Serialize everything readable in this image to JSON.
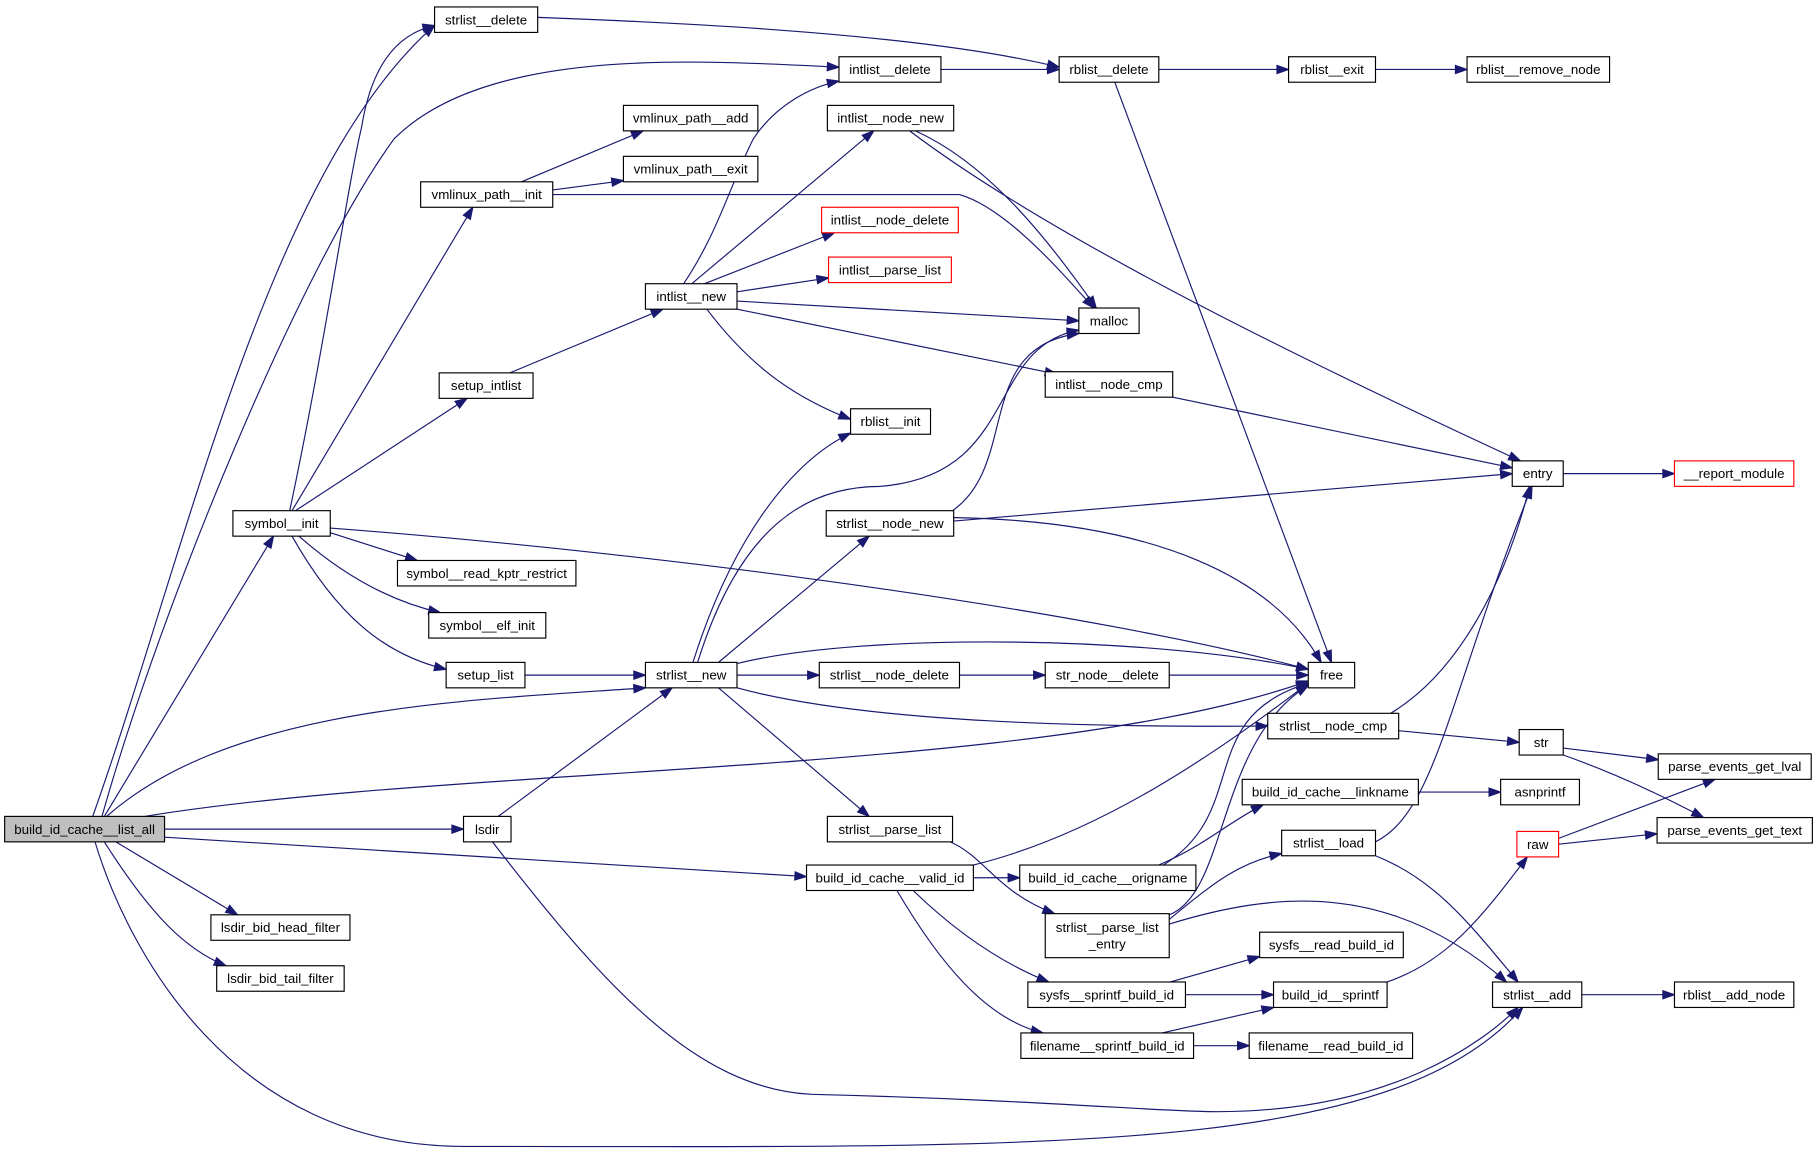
{
  "diagram": {
    "type": "call-graph",
    "colors": {
      "edge": "#191970",
      "node_border": "#000000",
      "node_border_missing": "#ff0000",
      "root_fill": "#bfbfbf",
      "node_fill": "#ffffff"
    },
    "root": "build_id_cache__list_all",
    "nodes": [
      {
        "id": "build_id_cache__list_all",
        "label": "build_id_cache__list_all",
        "style": "root"
      },
      {
        "id": "strlist__delete",
        "label": "strlist__delete",
        "style": "normal"
      },
      {
        "id": "intlist__delete",
        "label": "intlist__delete",
        "style": "normal"
      },
      {
        "id": "rblist__delete",
        "label": "rblist__delete",
        "style": "normal"
      },
      {
        "id": "rblist__exit",
        "label": "rblist__exit",
        "style": "normal"
      },
      {
        "id": "rblist__remove_node",
        "label": "rblist__remove_node",
        "style": "normal"
      },
      {
        "id": "vmlinux_path__add",
        "label": "vmlinux_path__add",
        "style": "normal"
      },
      {
        "id": "vmlinux_path__exit",
        "label": "vmlinux_path__exit",
        "style": "normal"
      },
      {
        "id": "vmlinux_path__init",
        "label": "vmlinux_path__init",
        "style": "normal"
      },
      {
        "id": "intlist__node_new",
        "label": "intlist__node_new",
        "style": "normal"
      },
      {
        "id": "intlist__node_delete",
        "label": "intlist__node_delete",
        "style": "missing"
      },
      {
        "id": "intlist__parse_list",
        "label": "intlist__parse_list",
        "style": "missing"
      },
      {
        "id": "intlist__new",
        "label": "intlist__new",
        "style": "normal"
      },
      {
        "id": "malloc",
        "label": "malloc",
        "style": "normal"
      },
      {
        "id": "setup_intlist",
        "label": "setup_intlist",
        "style": "normal"
      },
      {
        "id": "intlist__node_cmp",
        "label": "intlist__node_cmp",
        "style": "normal"
      },
      {
        "id": "rblist__init",
        "label": "rblist__init",
        "style": "normal"
      },
      {
        "id": "entry",
        "label": "entry",
        "style": "normal"
      },
      {
        "id": "__report_module",
        "label": "__report_module",
        "style": "missing"
      },
      {
        "id": "symbol__init",
        "label": "symbol__init",
        "style": "normal"
      },
      {
        "id": "strlist__node_new",
        "label": "strlist__node_new",
        "style": "normal"
      },
      {
        "id": "symbol__read_kptr_restrict",
        "label": "symbol__read_kptr_restrict",
        "style": "normal"
      },
      {
        "id": "symbol__elf_init",
        "label": "symbol__elf_init",
        "style": "normal"
      },
      {
        "id": "setup_list",
        "label": "setup_list",
        "style": "normal"
      },
      {
        "id": "strlist__new",
        "label": "strlist__new",
        "style": "normal"
      },
      {
        "id": "strlist__node_delete",
        "label": "strlist__node_delete",
        "style": "normal"
      },
      {
        "id": "str_node__delete",
        "label": "str_node__delete",
        "style": "normal"
      },
      {
        "id": "free",
        "label": "free",
        "style": "normal"
      },
      {
        "id": "strlist__node_cmp",
        "label": "strlist__node_cmp",
        "style": "normal"
      },
      {
        "id": "str",
        "label": "str",
        "style": "normal"
      },
      {
        "id": "parse_events_get_lval",
        "label": "parse_events_get_lval",
        "style": "normal"
      },
      {
        "id": "build_id_cache__linkname",
        "label": "build_id_cache__linkname",
        "style": "normal"
      },
      {
        "id": "asnprintf",
        "label": "asnprintf",
        "style": "normal"
      },
      {
        "id": "parse_events_get_text",
        "label": "parse_events_get_text",
        "style": "normal"
      },
      {
        "id": "lsdir",
        "label": "lsdir",
        "style": "normal"
      },
      {
        "id": "strlist__parse_list",
        "label": "strlist__parse_list",
        "style": "normal"
      },
      {
        "id": "strlist__load",
        "label": "strlist__load",
        "style": "normal"
      },
      {
        "id": "raw",
        "label": "raw",
        "style": "missing"
      },
      {
        "id": "build_id_cache__valid_id",
        "label": "build_id_cache__valid_id",
        "style": "normal"
      },
      {
        "id": "build_id_cache__origname",
        "label": "build_id_cache__origname",
        "style": "normal"
      },
      {
        "id": "lsdir_bid_head_filter",
        "label": "lsdir_bid_head_filter",
        "style": "normal"
      },
      {
        "id": "strlist__parse_list_entry",
        "label": "strlist__parse_list\n_entry",
        "style": "normal"
      },
      {
        "id": "sysfs__read_build_id",
        "label": "sysfs__read_build_id",
        "style": "normal"
      },
      {
        "id": "lsdir_bid_tail_filter",
        "label": "lsdir_bid_tail_filter",
        "style": "normal"
      },
      {
        "id": "sysfs__sprintf_build_id",
        "label": "sysfs__sprintf_build_id",
        "style": "normal"
      },
      {
        "id": "build_id__sprintf",
        "label": "build_id__sprintf",
        "style": "normal"
      },
      {
        "id": "strlist__add",
        "label": "strlist__add",
        "style": "normal"
      },
      {
        "id": "rblist__add_node",
        "label": "rblist__add_node",
        "style": "normal"
      },
      {
        "id": "filename__sprintf_build_id",
        "label": "filename__sprintf_build_id",
        "style": "normal"
      },
      {
        "id": "filename__read_build_id",
        "label": "filename__read_build_id",
        "style": "normal"
      }
    ],
    "edges": [
      [
        "build_id_cache__list_all",
        "strlist__delete"
      ],
      [
        "build_id_cache__list_all",
        "intlist__delete"
      ],
      [
        "build_id_cache__list_all",
        "symbol__init"
      ],
      [
        "build_id_cache__list_all",
        "strlist__new"
      ],
      [
        "build_id_cache__list_all",
        "free"
      ],
      [
        "build_id_cache__list_all",
        "lsdir"
      ],
      [
        "build_id_cache__list_all",
        "build_id_cache__valid_id"
      ],
      [
        "build_id_cache__list_all",
        "lsdir_bid_head_filter"
      ],
      [
        "build_id_cache__list_all",
        "lsdir_bid_tail_filter"
      ],
      [
        "build_id_cache__list_all",
        "strlist__add"
      ],
      [
        "strlist__delete",
        "rblist__delete"
      ],
      [
        "intlist__delete",
        "rblist__delete"
      ],
      [
        "rblist__delete",
        "rblist__exit"
      ],
      [
        "rblist__delete",
        "free"
      ],
      [
        "rblist__exit",
        "rblist__remove_node"
      ],
      [
        "symbol__init",
        "strlist__delete"
      ],
      [
        "symbol__init",
        "vmlinux_path__init"
      ],
      [
        "symbol__init",
        "setup_intlist"
      ],
      [
        "symbol__init",
        "symbol__read_kptr_restrict"
      ],
      [
        "symbol__init",
        "symbol__elf_init"
      ],
      [
        "symbol__init",
        "setup_list"
      ],
      [
        "symbol__init",
        "free"
      ],
      [
        "vmlinux_path__init",
        "vmlinux_path__add"
      ],
      [
        "vmlinux_path__init",
        "vmlinux_path__exit"
      ],
      [
        "vmlinux_path__init",
        "malloc"
      ],
      [
        "setup_intlist",
        "intlist__new"
      ],
      [
        "intlist__new",
        "intlist__delete"
      ],
      [
        "intlist__new",
        "intlist__node_new"
      ],
      [
        "intlist__new",
        "intlist__node_delete"
      ],
      [
        "intlist__new",
        "intlist__parse_list"
      ],
      [
        "intlist__new",
        "malloc"
      ],
      [
        "intlist__new",
        "intlist__node_cmp"
      ],
      [
        "intlist__new",
        "rblist__init"
      ],
      [
        "intlist__node_new",
        "malloc"
      ],
      [
        "intlist__node_new",
        "entry"
      ],
      [
        "intlist__node_cmp",
        "entry"
      ],
      [
        "entry",
        "__report_module"
      ],
      [
        "setup_list",
        "strlist__new"
      ],
      [
        "lsdir",
        "strlist__new"
      ],
      [
        "lsdir",
        "strlist__add"
      ],
      [
        "strlist__new",
        "rblist__init"
      ],
      [
        "strlist__new",
        "malloc"
      ],
      [
        "strlist__new",
        "strlist__node_new"
      ],
      [
        "strlist__new",
        "free"
      ],
      [
        "strlist__new",
        "strlist__node_delete"
      ],
      [
        "strlist__new",
        "strlist__node_cmp"
      ],
      [
        "strlist__new",
        "strlist__parse_list"
      ],
      [
        "strlist__node_new",
        "malloc"
      ],
      [
        "strlist__node_new",
        "entry"
      ],
      [
        "strlist__node_new",
        "free"
      ],
      [
        "strlist__node_delete",
        "str_node__delete"
      ],
      [
        "str_node__delete",
        "free"
      ],
      [
        "strlist__node_cmp",
        "entry"
      ],
      [
        "strlist__node_cmp",
        "str"
      ],
      [
        "str",
        "parse_events_get_lval"
      ],
      [
        "str",
        "parse_events_get_text"
      ],
      [
        "raw",
        "parse_events_get_lval"
      ],
      [
        "raw",
        "parse_events_get_text"
      ],
      [
        "build_id_cache__linkname",
        "asnprintf"
      ],
      [
        "strlist__parse_list",
        "strlist__parse_list_entry"
      ],
      [
        "build_id_cache__valid_id",
        "free"
      ],
      [
        "build_id_cache__valid_id",
        "build_id_cache__origname"
      ],
      [
        "build_id_cache__valid_id",
        "sysfs__sprintf_build_id"
      ],
      [
        "build_id_cache__valid_id",
        "filename__sprintf_build_id"
      ],
      [
        "build_id_cache__origname",
        "build_id_cache__linkname"
      ],
      [
        "build_id_cache__origname",
        "free"
      ],
      [
        "strlist__parse_list_entry",
        "free"
      ],
      [
        "strlist__parse_list_entry",
        "strlist__load"
      ],
      [
        "strlist__parse_list_entry",
        "strlist__add"
      ],
      [
        "strlist__load",
        "entry"
      ],
      [
        "strlist__load",
        "strlist__add"
      ],
      [
        "sysfs__sprintf_build_id",
        "sysfs__read_build_id"
      ],
      [
        "sysfs__sprintf_build_id",
        "build_id__sprintf"
      ],
      [
        "filename__sprintf_build_id",
        "build_id__sprintf"
      ],
      [
        "filename__sprintf_build_id",
        "filename__read_build_id"
      ],
      [
        "build_id__sprintf",
        "raw"
      ],
      [
        "strlist__add",
        "rblist__add_node"
      ]
    ]
  }
}
